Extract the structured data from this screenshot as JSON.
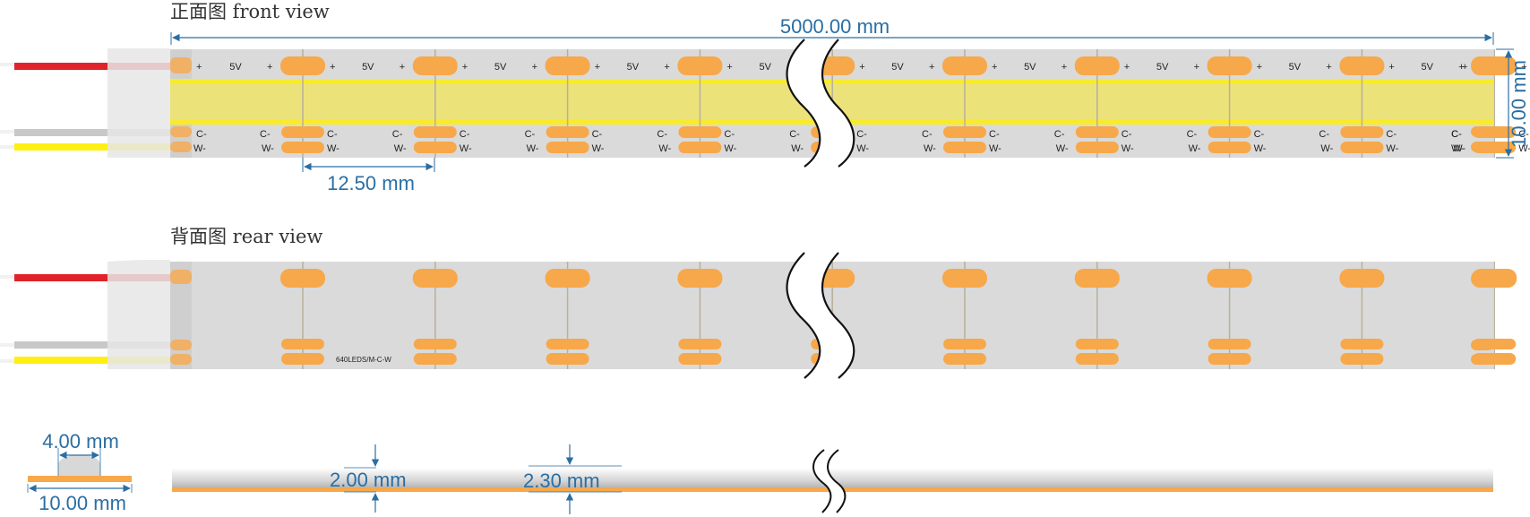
{
  "titles": {
    "front": "正面图 front view",
    "rear": "背面图 rear view"
  },
  "dimensions": {
    "length": "5000.00 mm",
    "width": "10.00 mm",
    "pitch": "12.50 mm",
    "height_strip": "2.00 mm",
    "height_led": "2.30 mm",
    "led_width": "4.00 mm",
    "profile_width": "10.00 mm"
  },
  "pad_labels": {
    "plus": "+",
    "voltage": "5V",
    "cold_minus": "C-",
    "warm_minus": "W-"
  },
  "model_label": "640LEDS/M-C-W",
  "colors": {
    "led": "#f7a84a",
    "pcb": "#dadada",
    "phosphor": "#ece27a",
    "wire_red": "#e0232b",
    "wire_gray": "#c8c8c8",
    "wire_yellow": "#ffef14",
    "dimension": "#2a6ea3"
  }
}
